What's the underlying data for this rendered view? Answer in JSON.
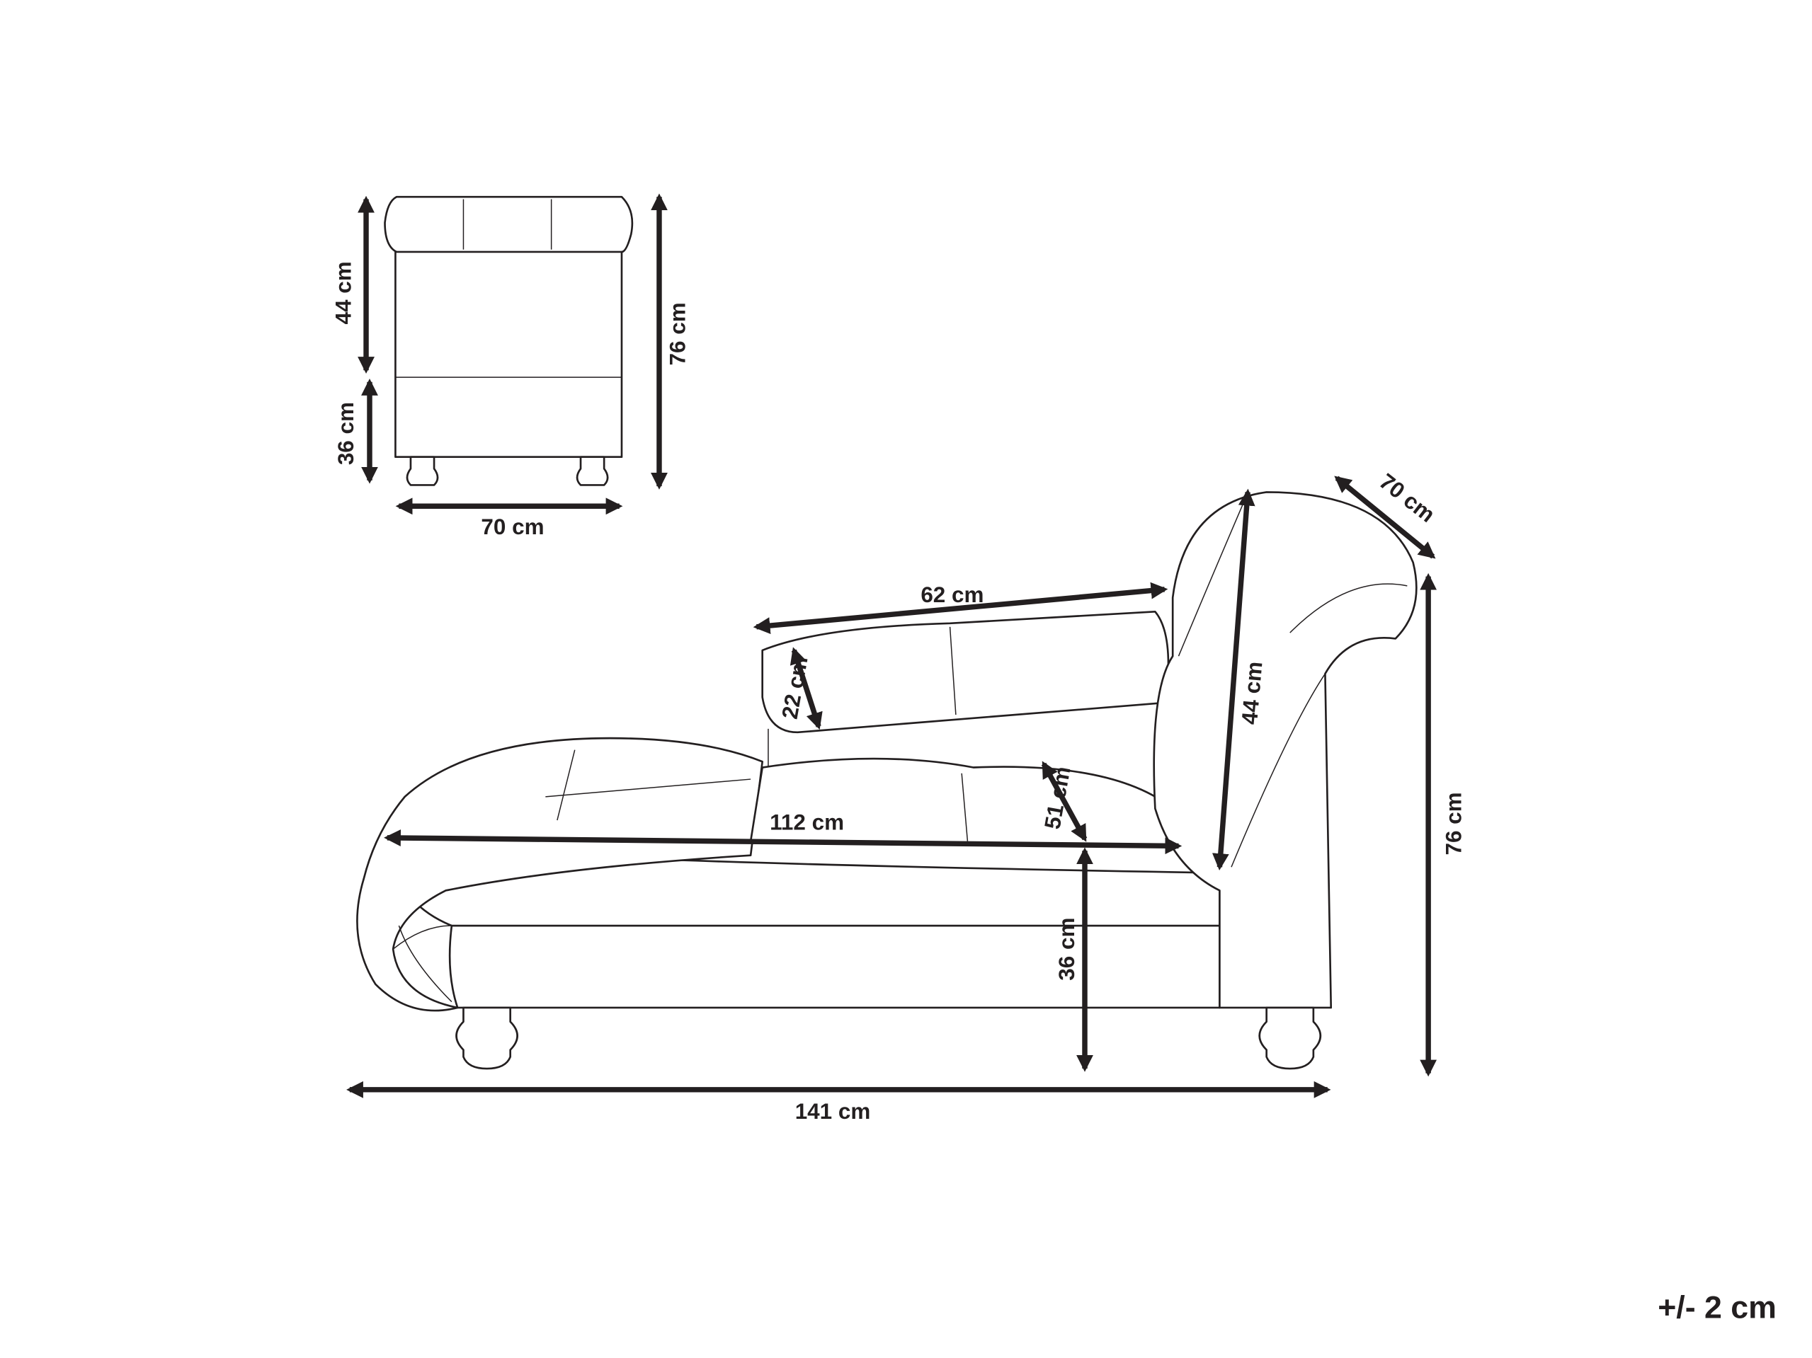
{
  "front_view": {
    "back_height": "44 cm",
    "seat_height": "36 cm",
    "total_height": "76 cm",
    "width": "70 cm"
  },
  "side_view": {
    "cushion_length": "62 cm",
    "cushion_height": "22 cm",
    "seat_length": "112 cm",
    "backrest_gap": "51 cm",
    "seat_height": "36 cm",
    "back_height": "44 cm",
    "depth": "70 cm",
    "total_height": "76 cm",
    "total_length": "141 cm"
  },
  "tolerance": "+/- 2 cm",
  "colors": {
    "line": "#231f20",
    "background": "#ffffff"
  }
}
